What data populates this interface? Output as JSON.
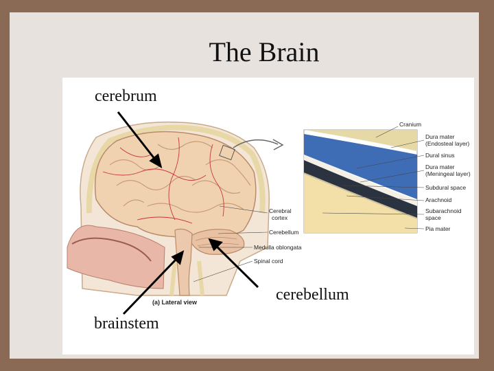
{
  "slide": {
    "title": "The Brain"
  },
  "callouts": {
    "cerebrum": "cerebrum",
    "cerebellum": "cerebellum",
    "brainstem": "brainstem"
  },
  "figure": {
    "view_caption": "(a) Lateral view",
    "labels": {
      "cerebral_cortex_1": "Cerebral",
      "cerebral_cortex_2": "cortex",
      "cerebellum": "Cerebellum",
      "medulla": "Medulla oblongata",
      "spinal_cord": "Spinal cord"
    },
    "meninges": {
      "cranium": "Cranium",
      "dura_endosteal_1": "Dura mater",
      "dura_endosteal_2": "(Endosteal layer)",
      "dural_sinus": "Dural sinus",
      "dura_meningeal_1": "Dura mater",
      "dura_meningeal_2": "(Meningeal layer)",
      "subdural": "Subdural space",
      "arachnoid": "Arachnoid",
      "subarachnoid_1": "Subarachnoid",
      "subarachnoid_2": "space",
      "pia": "Pia mater"
    }
  },
  "colors": {
    "background": "#8b6a55",
    "page": "#e8e2de",
    "brain": "#f0d2b0",
    "vessel": "#c8343a",
    "dura": "#3f6db5"
  }
}
